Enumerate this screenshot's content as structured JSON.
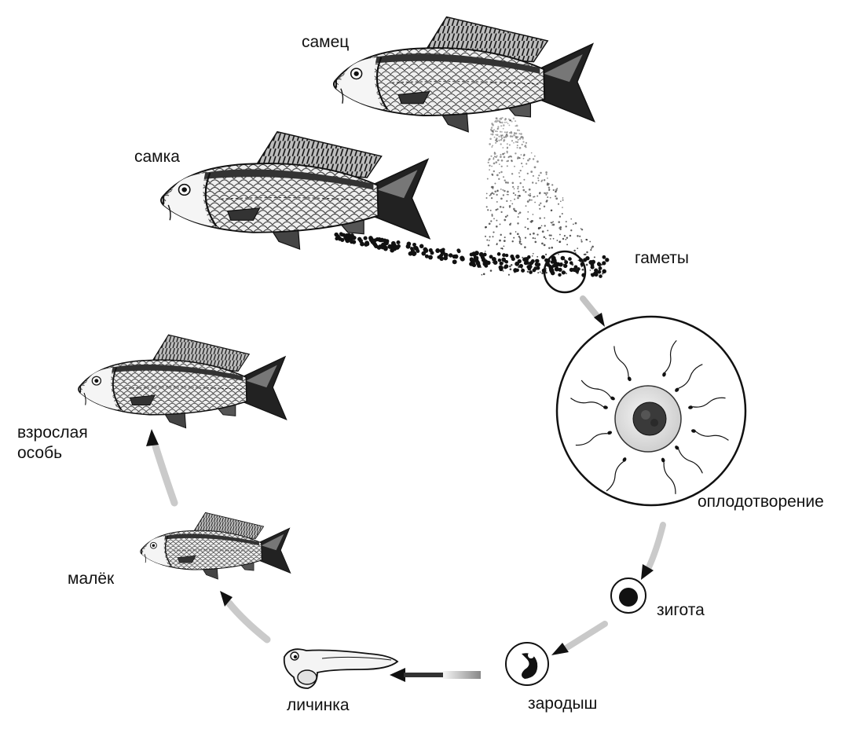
{
  "labels": {
    "male": "самец",
    "female": "самка",
    "gametes": "гаметы",
    "fertilization": "оплодотворение",
    "zygote": "зигота",
    "embryo": "зародыш",
    "larva": "личинка",
    "fry": "малёк",
    "adult_line1": "взрослая",
    "adult_line2": "особь"
  },
  "colors": {
    "ink": "#111111",
    "paper": "#ffffff",
    "scale_fill": "#eeeeee"
  },
  "icons": [
    "carp-fish-icon",
    "egg-cell-icon",
    "sperm-icon",
    "zygote-icon",
    "embryo-icon",
    "larva-icon",
    "arrow-icon"
  ]
}
